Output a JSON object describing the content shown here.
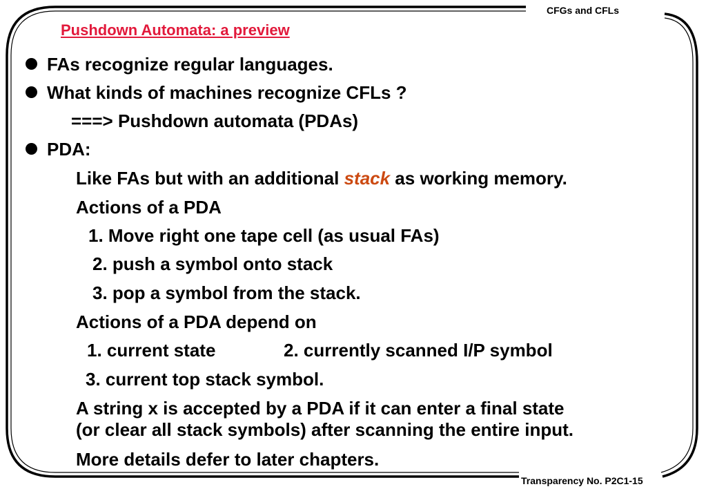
{
  "header": {
    "course_label": "CFGs and CFLs"
  },
  "footer": {
    "transparency_label": "Transparency No. P2C1-15"
  },
  "slide": {
    "title": "Pushdown Automata: a preview",
    "lines": {
      "b1": "FAs recognize regular languages.",
      "b2": "What kinds of machines recognize CFLs ?",
      "b2_sub": "===> Pushdown automata (PDAs)",
      "b3": "PDA:",
      "s1_before": "Like FAs but with an additional ",
      "s1_emph": "stack",
      "s1_after": " as working memory.",
      "s2": "Actions of a PDA",
      "s2_1": "1. Move right one tape cell (as usual FAs)",
      "s2_2": "2. push a symbol onto stack",
      "s2_3": "3. pop a symbol from the stack.",
      "s3": "Actions of a PDA depend on",
      "s3_1": "1. current state",
      "s3_2": "2. currently scanned I/P symbol",
      "s3_3": "3. current top stack symbol.",
      "s4_l1": "A string x is accepted by a PDA if it can enter a final state",
      "s4_l2": "(or clear all stack symbols) after scanning the entire input.",
      "s5": "More details defer to later chapters."
    },
    "sub_bullet_marker": "",
    "emphasis_color": "#cc4a12",
    "title_color": "#e2193b"
  }
}
